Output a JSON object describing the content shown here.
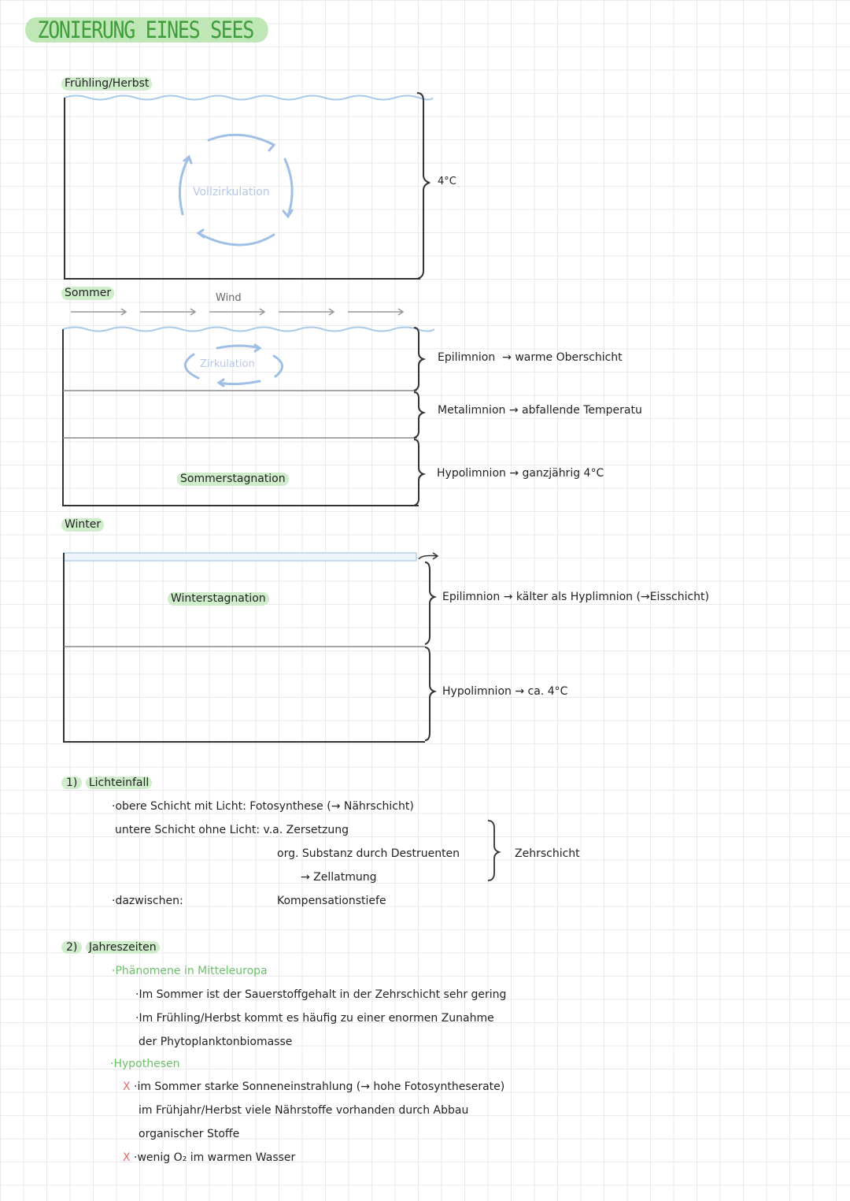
{
  "title": "ZONIERUNG EINES SEES",
  "section_spring": {
    "label": "Frühling/Herbst",
    "circulation_label": "Vollzirkulation",
    "temperature": "4°C"
  },
  "section_summer": {
    "label": "Sommer",
    "wind_label": "Wind",
    "circulation_label": "Zirkulation",
    "stagnation_label": "Sommerstagnation",
    "layers": [
      {
        "name": "Epilimnion",
        "desc": "warme Oberschicht"
      },
      {
        "name": "Metalimnion",
        "desc": "abfallende Temperatu"
      },
      {
        "name": "Hypolimnion",
        "desc": "ganzjährig 4°C"
      }
    ]
  },
  "section_winter": {
    "label": "Winter",
    "stagnation_label": "Winterstagnation",
    "layers": [
      {
        "name": "Epilimnion",
        "desc": "kälter als Hyplimnion (→Eisschicht)"
      },
      {
        "name": "Hypolimnion",
        "desc": "ca. 4°C"
      }
    ]
  },
  "notes1": {
    "number": "1)",
    "heading": "Lichteinfall",
    "line1": "·obere Schicht mit Licht: Fotosynthese (→ Nährschicht)",
    "line2": "untere Schicht ohne Licht: v.a. Zersetzung",
    "line3": "org. Substanz durch Destruenten",
    "line4": "→ Zellatmung",
    "brace_label": "Zehrschicht",
    "line5_left": "·dazwischen:",
    "line5_right": "Kompensationstiefe"
  },
  "notes2": {
    "number": "2)",
    "heading": "Jahreszeiten",
    "sub1": "·Phänomene in Mitteleuropa",
    "bullet1": "·Im Sommer ist der Sauerstoffgehalt in der Zehrschicht sehr gering",
    "bullet2a": "·Im Frühling/Herbst kommt es häufig zu einer enormen Zunahme",
    "bullet2b": "der Phytoplanktonbiomasse",
    "sub2": "·Hypothesen",
    "hyp1_mark": "X",
    "hyp1a": "·im Sommer starke Sonneneinstrahlung (→ hohe Fotosyntheserate)",
    "hyp1b": "im Frühjahr/Herbst viele Nährstoffe vorhanden durch Abbau",
    "hyp1c": "organischer Stoffe",
    "hyp2_mark": "X",
    "hyp2": "·wenig O₂ im warmen Wasser"
  },
  "colors": {
    "highlight": "#cfeccb",
    "title_text": "#3f9d3b",
    "circulation_blue": "#9fbfe6",
    "green_text": "#6cc06a",
    "red_mark": "#e26c6c"
  }
}
